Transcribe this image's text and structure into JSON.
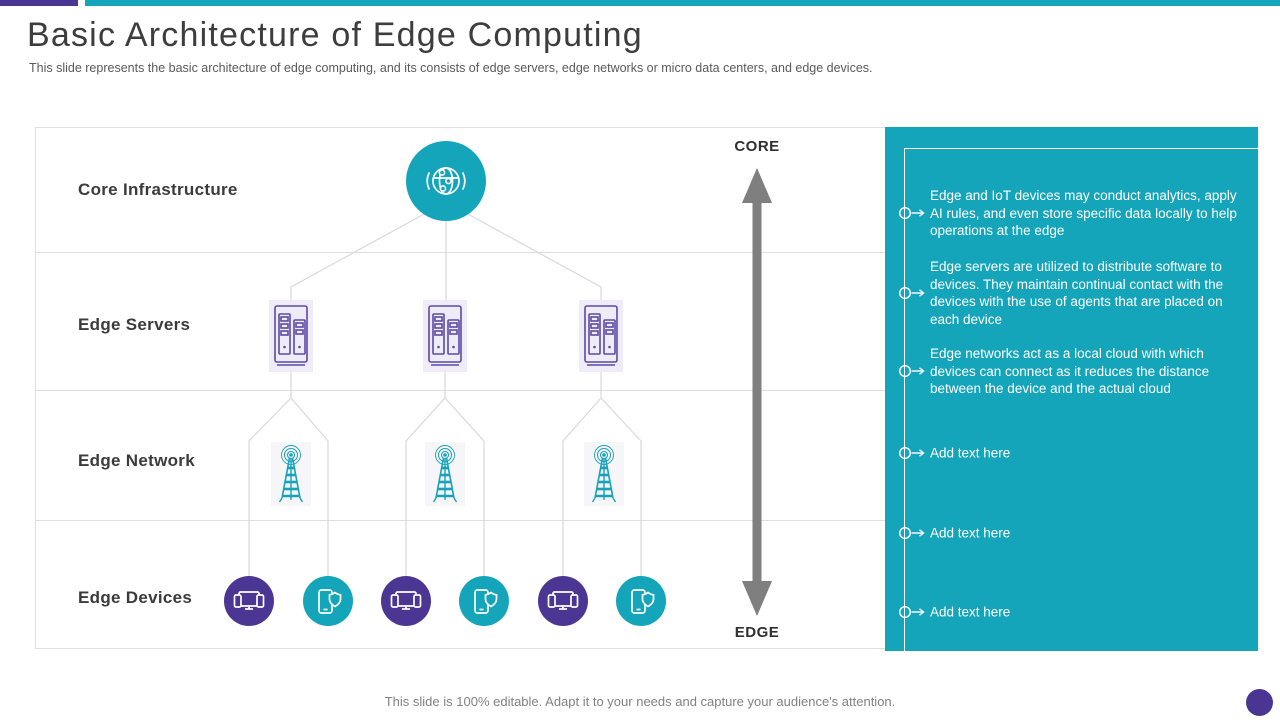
{
  "slide": {
    "title": "Basic Architecture of Edge Computing",
    "subtitle": "This slide represents the basic architecture of edge computing, and its consists of edge servers, edge networks or micro data centers, and edge devices.",
    "footer": "This slide is 100% editable. Adapt it to your needs and capture your audience's attention."
  },
  "colors": {
    "teal": "#14A5BB",
    "purple": "#4C3694",
    "top_bar_purple": "#4B3592",
    "arrow_gray": "#7f7f7f",
    "grid_gray": "#dedede",
    "server_purple": "#5D4AA5"
  },
  "diagram": {
    "rows": [
      {
        "label": "Core Infrastructure"
      },
      {
        "label": "Edge Servers"
      },
      {
        "label": "Edge Network"
      },
      {
        "label": "Edge Devices"
      }
    ],
    "axis": {
      "top_label": "CORE",
      "bottom_label": "EDGE"
    },
    "icons": {
      "core": "globe-network-icon",
      "server": "server-rack-icon",
      "network": "radio-tower-icon",
      "device_a": "multi-device-icon",
      "device_b": "phone-shield-icon"
    }
  },
  "panel": {
    "items": [
      {
        "text": "Edge and IoT devices may conduct analytics, apply AI rules, and even store specific data locally to help operations at the edge"
      },
      {
        "text": "Edge servers are utilized to distribute software to devices. They maintain continual contact with the devices with the use of agents that are placed on each device"
      },
      {
        "text": "Edge networks act as a local cloud with which devices can connect as it reduces the distance between the device and the actual cloud"
      },
      {
        "text": "Add text here"
      },
      {
        "text": "Add text here"
      },
      {
        "text": "Add text here"
      }
    ]
  }
}
